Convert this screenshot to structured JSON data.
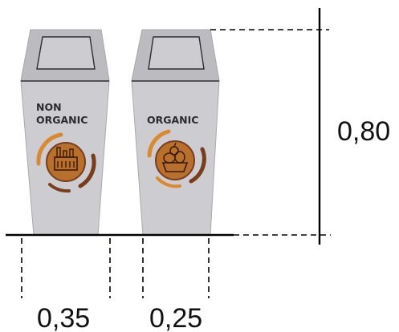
{
  "colors": {
    "bin_body": "#cdcdd1",
    "bin_lid": "#bcbcc0",
    "bin_outline": "#a9a9ae",
    "emblem_brown": "#7a3d1c",
    "emblem_orange": "#d9892f",
    "emblem_wood": "#b8702c",
    "line": "#000000"
  },
  "bins": [
    {
      "label_lines": [
        "NON",
        "ORGANIC"
      ],
      "icon": "factory-icon"
    },
    {
      "label_lines": [
        "ORGANIC"
      ],
      "icon": "fruit-basket-icon"
    }
  ],
  "dimensions": {
    "height": "0,80",
    "width_left": "0,35",
    "width_right": "0,25"
  }
}
